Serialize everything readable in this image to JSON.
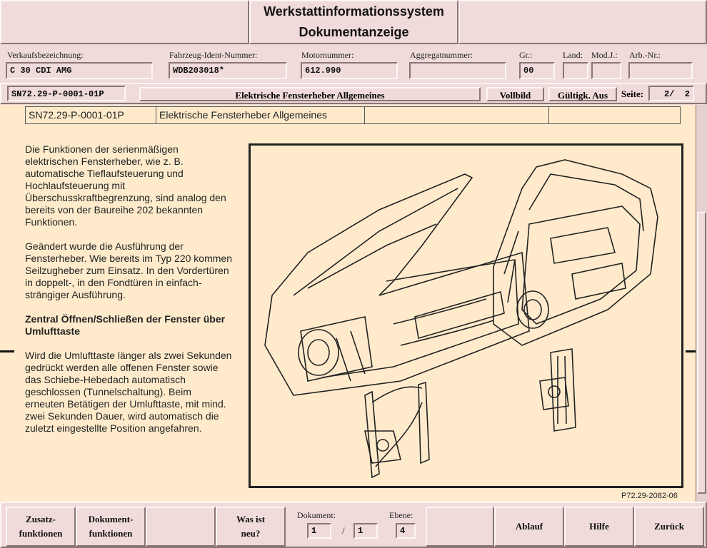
{
  "title": {
    "line1": "Werkstattinformationssystem",
    "line2": "Dokumentanzeige"
  },
  "vehicle": {
    "verkaufsbezeichnung_label": "Verkaufsbezeichnung:",
    "verkaufsbezeichnung": "C 30 CDI AMG",
    "fin_label": "Fahrzeug-Ident-Nummer:",
    "fin": "WDB203018*",
    "motor_label": "Motornummer:",
    "motor": "612.990",
    "aggregat_label": "Aggregatnummer:",
    "aggregat": "",
    "gr_label": "Gr.:",
    "gr": "00",
    "land_label": "Land:",
    "land": "",
    "modj_label": "Mod.J.:",
    "modj": "",
    "arbnr_label": "Arb.-Nr.:",
    "arbnr": ""
  },
  "docbar": {
    "doc_id": "SN72.29-P-0001-01P",
    "doc_title": "Elektrische Fensterheber Allgemeines",
    "vollbild": "Vollbild",
    "gueltigk": "Gültigk. Aus",
    "seite_label": "Seite:",
    "seite": "2/  2"
  },
  "content": {
    "table": {
      "id": "SN72.29-P-0001-01P",
      "title": "Elektrische Fensterheber Allgemeines"
    },
    "para1": "Die Funktionen der serienmäßigen elektrischen Fensterheber, wie z. B. automatische Tieflaufsteuerung und Hochlaufsteuerung mit Überschusskraftbegrenzung, sind analog den bereits von der Baureihe 202 bekannten Funktionen.",
    "para2": "Geändert wurde die Ausführung der Fensterheber. Wie bereits im Typ 220 kommen Seilzugheber zum Einsatz. In den Vordertüren in doppelt-, in den Fondtüren in einfach-strängiger Ausführung.",
    "heading": "Zentral Öffnen/Schließen der Fenster über Umlufttaste",
    "para3": "Wird die Umlufttaste länger als zwei Sekunden gedrückt werden alle offenen Fenster sowie das Schiebe-Hebedach automatisch geschlossen (Tunnelschaltung). Beim erneuten Betätigen der Umlufttaste, mit mind. zwei Sekunden Dauer, wird automatisch die zuletzt eingestellte Position angefahren.",
    "figure_ref": "P72.29-2082-06"
  },
  "bottom": {
    "zusatz_1": "Zusatz-",
    "zusatz_2": "funktionen",
    "dokument_1": "Dokument-",
    "dokument_2": "funktionen",
    "wasistneu_1": "Was ist",
    "wasistneu_2": "neu?",
    "dokument_label": "Dokument:",
    "dokument_cur": "1",
    "dokument_sep": "/",
    "dokument_total": "1",
    "ebene_label": "Ebene:",
    "ebene": "4",
    "ablauf": "Ablauf",
    "hilfe": "Hilfe",
    "zurueck": "Zurück"
  }
}
